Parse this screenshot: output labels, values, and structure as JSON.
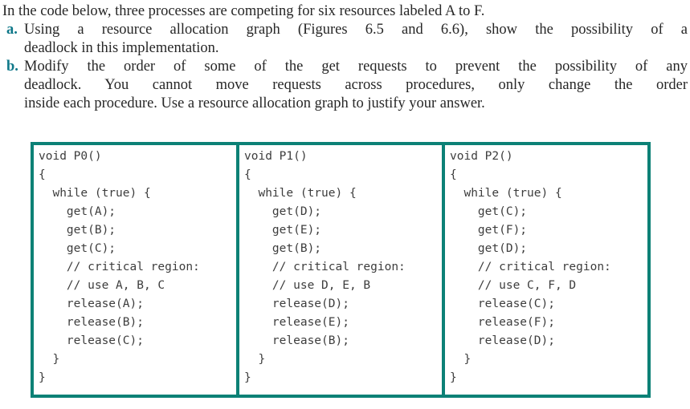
{
  "problem": {
    "intro": "In the code below, three processes are competing for six resources labeled A to F.",
    "items": [
      {
        "marker": "a.",
        "lines": [
          "Using a resource allocation graph (Figures 6.5 and 6.6), show the possibility of a",
          "deadlock in this implementation."
        ]
      },
      {
        "marker": "b.",
        "lines": [
          "Modify the order of some of the get requests to prevent the possibility of any",
          "deadlock. You cannot move requests across procedures, only change the order",
          "inside each procedure. Use a resource allocation graph to justify your answer."
        ]
      }
    ]
  },
  "code_panels": [
    {
      "id": "P0",
      "lines": [
        "void P0()",
        "{",
        "  while (true) {",
        "    get(A);",
        "    get(B);",
        "    get(C);",
        "    // critical region:",
        "    // use A, B, C",
        "    release(A);",
        "    release(B);",
        "    release(C);",
        "  }",
        "}"
      ]
    },
    {
      "id": "P1",
      "lines": [
        "void P1()",
        "{",
        "  while (true) {",
        "    get(D);",
        "    get(E);",
        "    get(B);",
        "    // critical region:",
        "    // use D, E, B",
        "    release(D);",
        "    release(E);",
        "    release(B);",
        "  }",
        "}"
      ]
    },
    {
      "id": "P2",
      "lines": [
        "void P2()",
        "{",
        "  while (true) {",
        "    get(C);",
        "    get(F);",
        "    get(D);",
        "    // critical region:",
        "    // use C, F, D",
        "    release(C);",
        "    release(F);",
        "    release(D);",
        "  }",
        "}"
      ]
    }
  ],
  "colors": {
    "panel_border": "#0c8176",
    "list_marker": "#0f7889",
    "body_text": "#272727",
    "code_text": "#3d3d3d"
  }
}
